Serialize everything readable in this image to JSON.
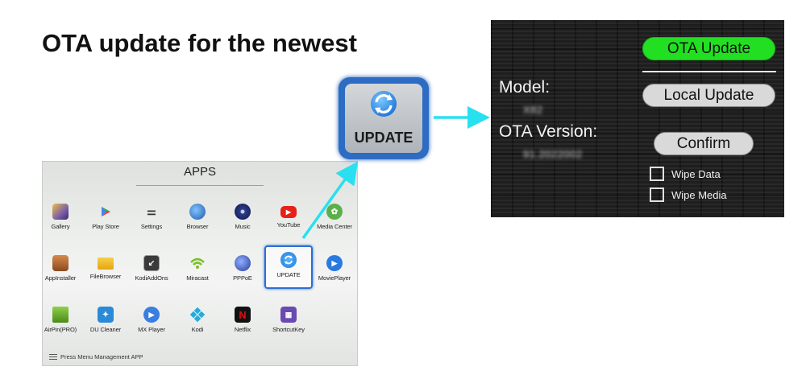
{
  "headline": "OTA update for the newest",
  "colors": {
    "accent_blue": "#2c6cc3",
    "arrow_cyan": "#28e0f0",
    "ota_green": "#22e021",
    "panel_dark": "#1e1e1e"
  },
  "apps_screen": {
    "title": "APPS",
    "rows": [
      [
        {
          "label": "Gallery",
          "icon": "gallery-icon",
          "color": "#7b5ea8"
        },
        {
          "label": "Play Store",
          "icon": "play-store-icon",
          "color": "#ffffff"
        },
        {
          "label": "Settings",
          "icon": "settings-sliders-icon",
          "color": "#ffffff"
        },
        {
          "label": "Browser",
          "icon": "globe-icon",
          "color": "#2a6ab8"
        },
        {
          "label": "Music",
          "icon": "music-disc-icon",
          "color": "#2b3d8f"
        },
        {
          "label": "YouTube",
          "icon": "youtube-icon",
          "color": "#e62117"
        },
        {
          "label": "Media Center",
          "icon": "media-center-icon",
          "color": "#5bb04a"
        }
      ],
      [
        {
          "label": "AppInstaller",
          "icon": "package-icon",
          "color": "#b86a3a"
        },
        {
          "label": "FileBrowser",
          "icon": "folder-icon",
          "color": "#e8b422"
        },
        {
          "label": "KodiAddOns",
          "icon": "addon-box-icon",
          "color": "#444444"
        },
        {
          "label": "Miracast",
          "icon": "wifi-cast-icon",
          "color": "#7cbf2a"
        },
        {
          "label": "PPPoE",
          "icon": "network-globe-icon",
          "color": "#3a4aa8"
        },
        {
          "label": "UPDATE",
          "icon": "sync-icon",
          "color": "#2e8fe0",
          "selected": true
        },
        {
          "label": "MoviePlayer",
          "icon": "play-circle-icon",
          "color": "#2a7ae0"
        }
      ],
      [
        {
          "label": "AirPin(PRO)",
          "icon": "airpin-tv-icon",
          "color": "#6fb02a"
        },
        {
          "label": "DU Cleaner",
          "icon": "cleaner-icon",
          "color": "#2a8ad8"
        },
        {
          "label": "MX Player",
          "icon": "mx-play-icon",
          "color": "#3a7ee0"
        },
        {
          "label": "Kodi",
          "icon": "kodi-icon",
          "color": "#2aa8d8"
        },
        {
          "label": "Netflix",
          "icon": "netflix-icon",
          "color": "#111111"
        },
        {
          "label": "ShortcutKey",
          "icon": "remote-icon",
          "color": "#6a4ab0"
        }
      ]
    ],
    "footer_hint": "Press Menu Management APP"
  },
  "update_tile": {
    "label": "UPDATE",
    "icon": "sync-icon"
  },
  "ota_screen": {
    "buttons": {
      "ota_update": "OTA Update",
      "local_update": "Local Update",
      "confirm": "Confirm"
    },
    "model_label": "Model:",
    "model_value": "X82",
    "ota_version_label": "OTA Version:",
    "ota_version_value": "91.2022002",
    "options": [
      {
        "label": "Wipe Data",
        "checked": false
      },
      {
        "label": "Wipe Media",
        "checked": false
      }
    ]
  }
}
